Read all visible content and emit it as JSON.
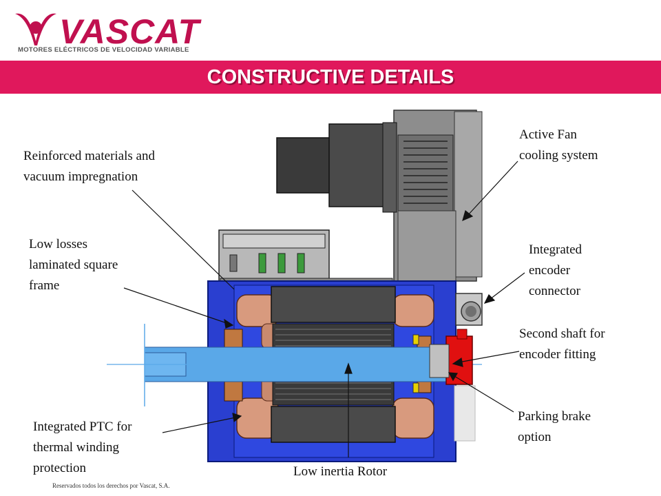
{
  "logo": {
    "wordmark": "VASCAT",
    "tagline": "MOTORES ELÉCTRICOS DE VELOCIDAD VARIABLE"
  },
  "title": "CONSTRUCTIVE DETAILS",
  "callouts": {
    "reinforced": "Reinforced materials and\nvacuum impregnation",
    "laminated": "Low losses\nlaminated square\nframe",
    "ptc": "Integrated PTC for\nthermal winding\nprotection",
    "rotor": "Low inertia Rotor",
    "fan": "Active Fan\ncooling system",
    "encoder_connector": "Integrated\nencoder\nconnector",
    "second_shaft": "Second shaft for\nencoder fitting",
    "brake": "Parking brake\noption"
  },
  "footer": "Reservados todos los derechos por Vascat, S.A.",
  "colors": {
    "brand": "#e0185c",
    "frame": "#2a3fd0",
    "shaft": "#5aa8e8",
    "winding": "#d89a7e",
    "brake": "#e01010"
  }
}
